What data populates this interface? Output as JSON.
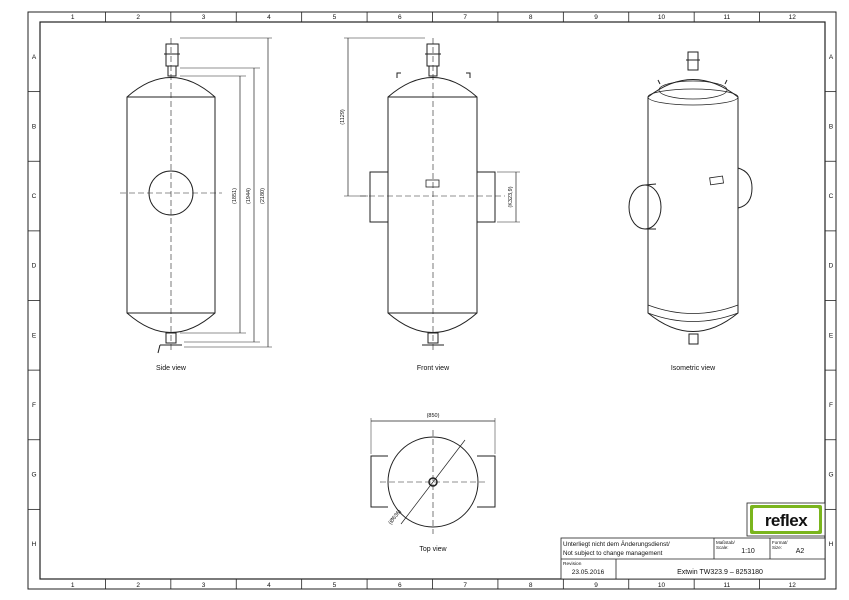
{
  "frame": {
    "columns": [
      "1",
      "2",
      "3",
      "4",
      "5",
      "6",
      "7",
      "8",
      "9",
      "10",
      "11",
      "12"
    ],
    "rows": [
      "A",
      "B",
      "C",
      "D",
      "E",
      "F",
      "G",
      "H"
    ]
  },
  "views": {
    "side": "Side view",
    "front": "Front view",
    "iso": "Isometric view",
    "top": "Top view"
  },
  "dims": {
    "d1851": "(1851)",
    "d1944": "(1944)",
    "d2180": "(2180)",
    "d1129": "(1129)",
    "dn": "(K323,9)",
    "d850": "(850)",
    "d636": "(Ø636)"
  },
  "title_block": {
    "notice_de": "Unterliegt nicht dem Änderungsdienst/",
    "notice_en": "Not subject to change management",
    "scale_label": "Maßstab/",
    "scale_label2": "Scale:",
    "scale": "1:10",
    "format_label": "Format/",
    "format_label2": "Size:",
    "format": "A2",
    "revision_label": "Revision",
    "revision_date": "23.05.2016",
    "product": "Extwin TW323.9  –  8253180",
    "brand": "reflex"
  },
  "colors": {
    "brand_green": "#7ab51d"
  }
}
